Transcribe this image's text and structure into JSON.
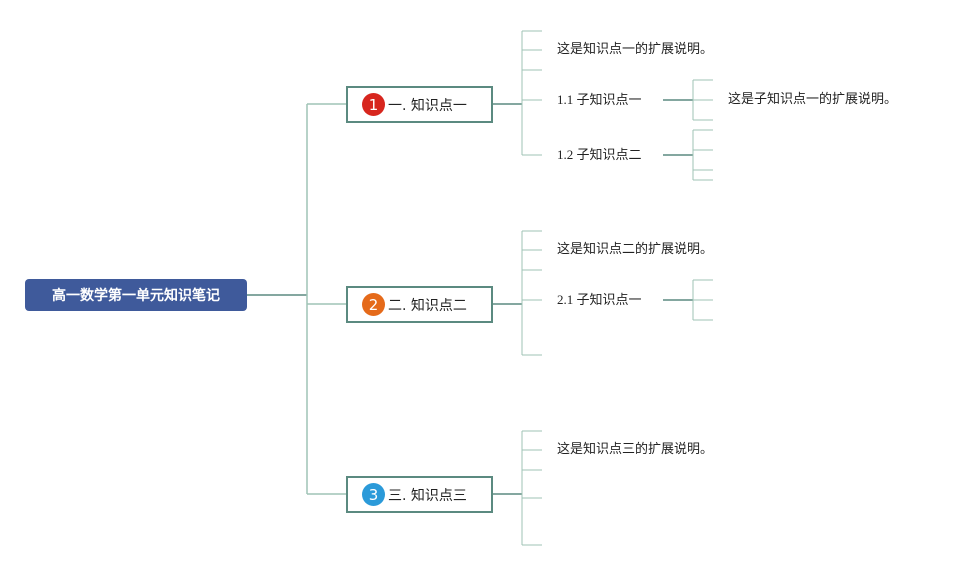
{
  "root": {
    "title": "高一数学第一单元知识笔记"
  },
  "colors": {
    "root_bg": "#3f5a9b",
    "line_dark": "#5b8a80",
    "line_light": "#9fc3b6",
    "badge_1": "#d7261e",
    "badge_2": "#e56a1a",
    "badge_3": "#2b9ad9"
  },
  "branches": [
    {
      "badge": "1",
      "label": "一. 知识点一",
      "note": "这是知识点一的扩展说明。",
      "subs": [
        {
          "label": "1.1 子知识点一",
          "note": "这是子知识点一的扩展说明。"
        },
        {
          "label": "1.2 子知识点二"
        }
      ]
    },
    {
      "badge": "2",
      "label": "二. 知识点二",
      "note": "这是知识点二的扩展说明。",
      "subs": [
        {
          "label": "2.1 子知识点一"
        }
      ]
    },
    {
      "badge": "3",
      "label": "三. 知识点三",
      "note": "这是知识点三的扩展说明。",
      "subs": []
    }
  ]
}
